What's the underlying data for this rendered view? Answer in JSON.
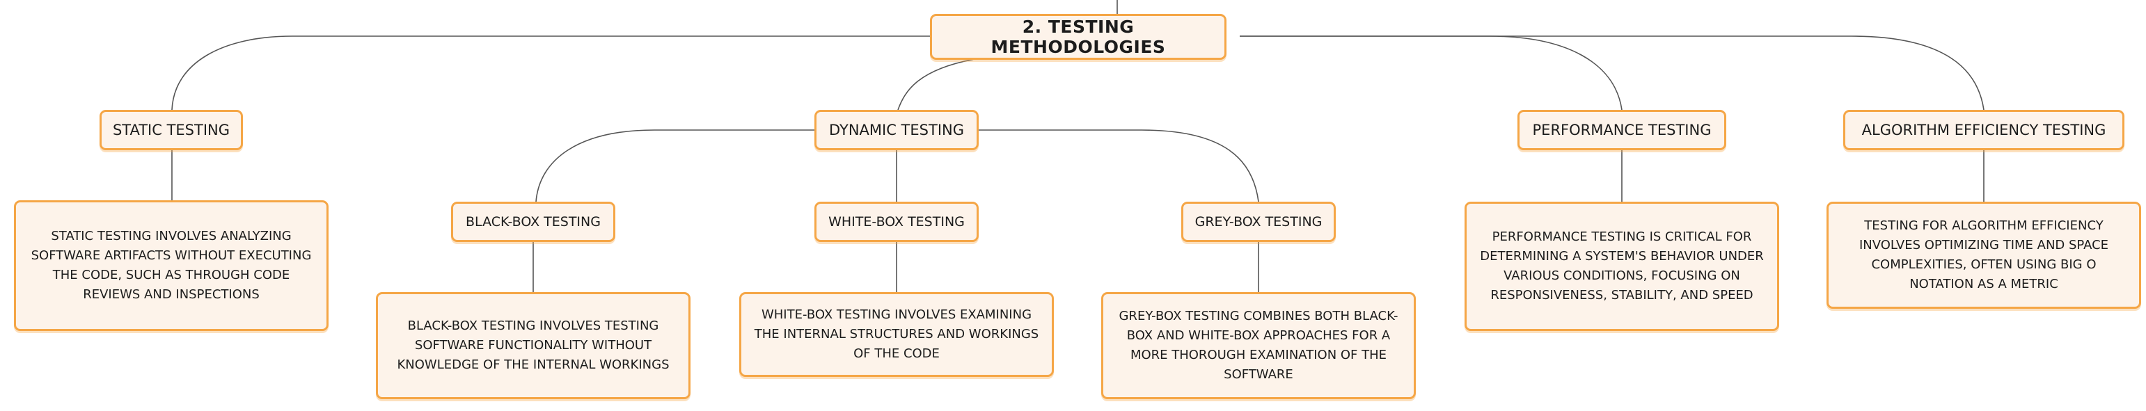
{
  "diagram": {
    "root": {
      "label": "2. TESTING METHODOLOGIES"
    },
    "topics": [
      {
        "label": "STATIC TESTING",
        "description": "STATIC TESTING INVOLVES ANALYZING SOFTWARE ARTIFACTS WITHOUT EXECUTING THE CODE, SUCH AS THROUGH CODE REVIEWS AND INSPECTIONS"
      },
      {
        "label": "DYNAMIC TESTING",
        "subtopics": [
          {
            "label": "BLACK-BOX TESTING",
            "description": "BLACK-BOX TESTING INVOLVES TESTING SOFTWARE FUNCTIONALITY WITHOUT KNOWLEDGE OF THE INTERNAL WORKINGS"
          },
          {
            "label": "WHITE-BOX TESTING",
            "description": "WHITE-BOX TESTING INVOLVES EXAMINING THE INTERNAL STRUCTURES AND WORKINGS OF THE CODE"
          },
          {
            "label": "GREY-BOX TESTING",
            "description": "GREY-BOX TESTING COMBINES BOTH BLACK-BOX AND WHITE-BOX APPROACHES FOR A MORE THOROUGH EXAMINATION OF THE SOFTWARE"
          }
        ]
      },
      {
        "label": "PERFORMANCE TESTING",
        "description": "PERFORMANCE TESTING IS CRITICAL FOR DETERMINING A SYSTEM'S BEHAVIOR UNDER VARIOUS CONDITIONS, FOCUSING ON RESPONSIVENESS, STABILITY, AND SPEED"
      },
      {
        "label": "ALGORITHM EFFICIENCY TESTING",
        "description": "TESTING FOR ALGORITHM EFFICIENCY INVOLVES OPTIMIZING TIME AND SPACE COMPLEXITIES, OFTEN USING BIG O NOTATION AS A METRIC"
      }
    ]
  },
  "colors": {
    "node_fill": "#fdf3ea",
    "node_border": "#f5a646",
    "connector": "#555555",
    "text": "#1c1c1c"
  }
}
